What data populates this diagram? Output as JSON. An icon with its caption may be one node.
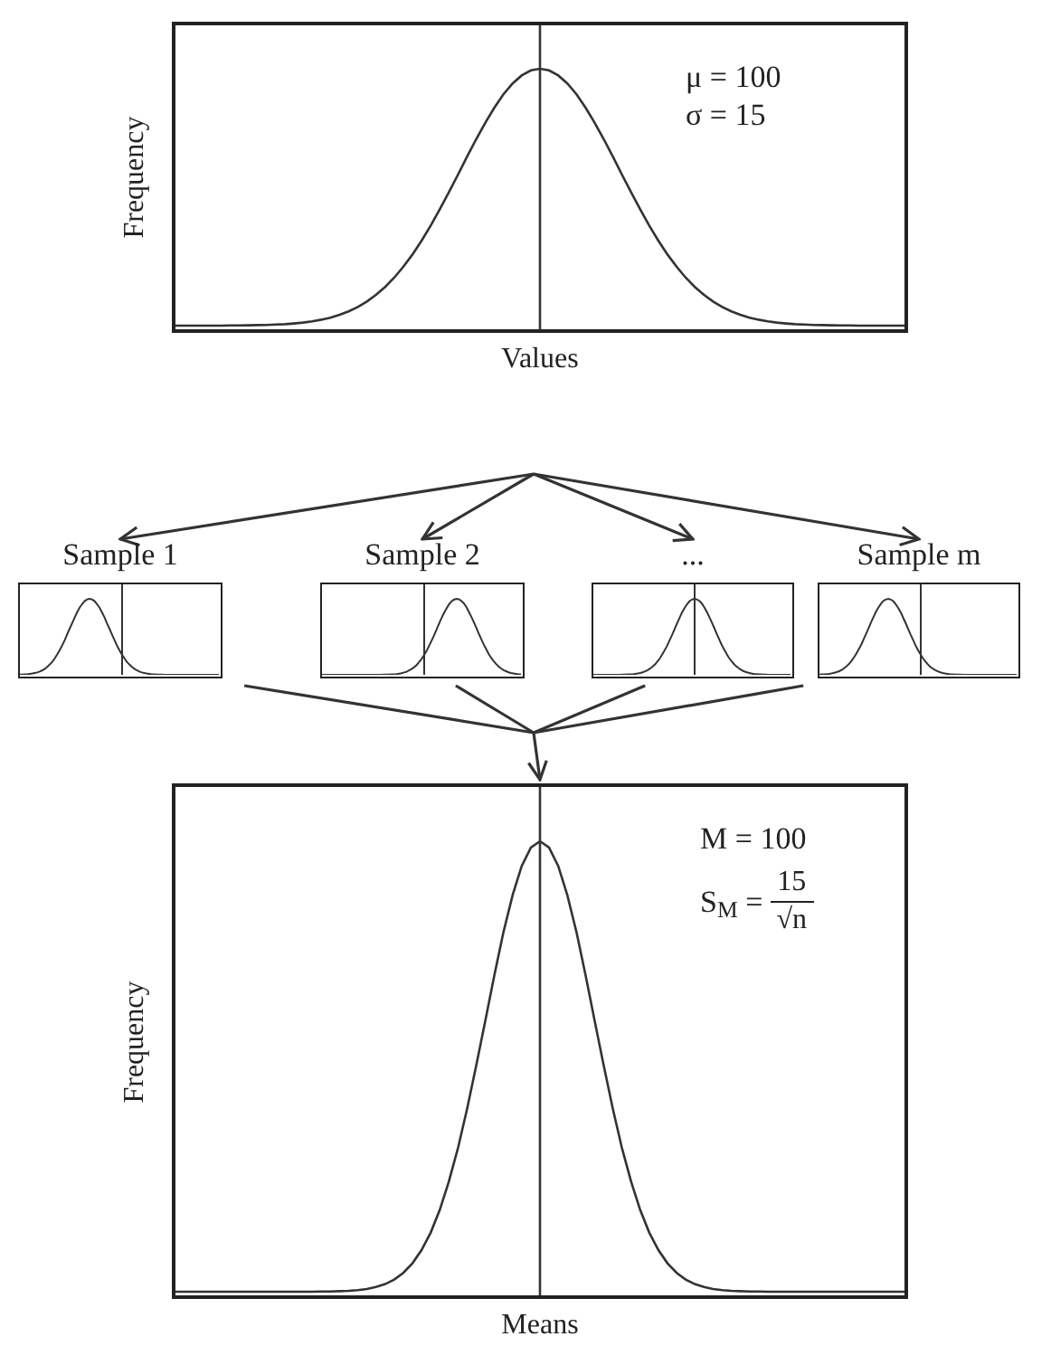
{
  "diagram": {
    "nodes": [
      {
        "text": [
          "Frequency",
          "Values",
          "μ = 100",
          "σ = 15"
        ]
      },
      {
        "text": [
          "Sample 1"
        ]
      },
      {
        "text": [
          "Sample 2"
        ]
      },
      {
        "text": [
          "..."
        ]
      },
      {
        "text": [
          "Sample m"
        ]
      },
      {
        "text": [
          "Frequency",
          "Means",
          "M = 100",
          "S$_{M}$ =",
          "15",
          "√n"
        ]
      }
    ],
    "edges": [
      {
        "from": null,
        "to": 1,
        "arrow": "to"
      },
      {
        "from": null,
        "to": 2,
        "arrow": "to"
      },
      {
        "from": null,
        "to": 3,
        "arrow": "to"
      },
      {
        "from": null,
        "to": 4,
        "arrow": "to"
      },
      {
        "from": 1,
        "to": 5,
        "arrow": "to"
      },
      {
        "from": 2,
        "to": 5,
        "arrow": "to"
      },
      {
        "from": 3,
        "to": 5,
        "arrow": "to"
      },
      {
        "from": 4,
        "to": 5,
        "arrow": "to"
      }
    ]
  }
}
